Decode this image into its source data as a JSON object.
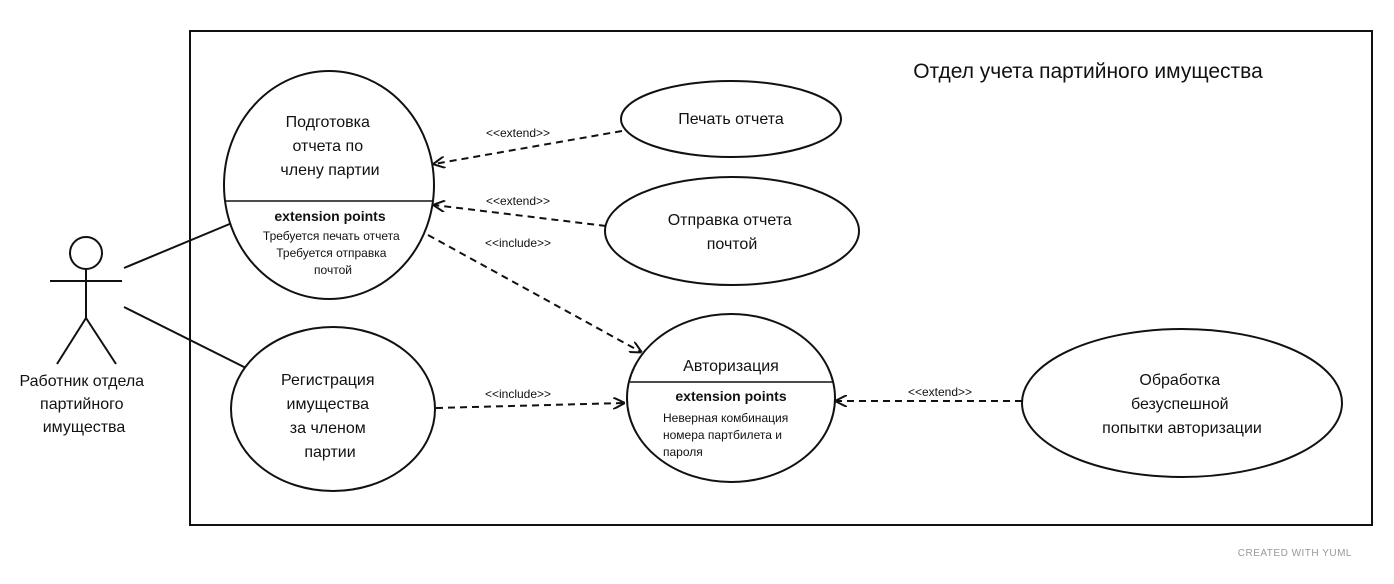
{
  "system": {
    "title": "Отдел учета партийного имущества"
  },
  "actor": {
    "label_lines": [
      "Работник отдела",
      "партийного",
      "имущества"
    ]
  },
  "use_cases": {
    "prepare_report": {
      "lines": [
        "Подготовка",
        "отчета по",
        "члену партии"
      ],
      "extension_title": "extension points",
      "extension_lines": [
        "Требуется печать отчета",
        "Требуется отправка",
        "почтой"
      ]
    },
    "print_report": {
      "lines": [
        "Печать отчета"
      ]
    },
    "send_report": {
      "lines": [
        "Отправка отчета",
        "почтой"
      ]
    },
    "register_property": {
      "lines": [
        "Регистрация",
        "имущества",
        "за членом",
        "партии"
      ]
    },
    "authorization": {
      "lines": [
        "Авторизация"
      ],
      "extension_title": "extension points",
      "extension_lines": [
        "Неверная комбинация",
        "номера партбилета и",
        "пароля"
      ]
    },
    "failed_auth": {
      "lines": [
        "Обработка",
        "безуспешной",
        "попытки авторизации"
      ]
    }
  },
  "relations": {
    "print_extend": "<<extend>>",
    "send_extend": "<<extend>>",
    "prepare_include": "<<include>>",
    "register_include": "<<include>>",
    "failed_extend": "<<extend>>"
  },
  "footer": {
    "credit": "CREATED WITH YUML"
  }
}
